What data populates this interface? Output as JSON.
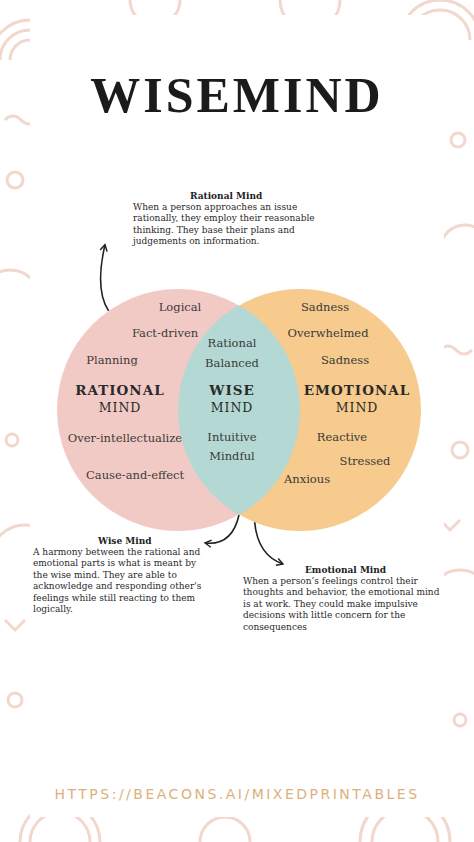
{
  "diagram": {
    "title": "WISEMIND",
    "nodes": [
      {
        "text": [
          "Rational Mind",
          "When a person approaches an issue rationally, they employ their reasonable thinking. They base their plans and judgements on information."
        ]
      },
      {
        "text": [
          "Logical",
          "Fact-driven",
          "Planning",
          "RATIONAL MIND",
          "Over-intellectualize",
          "Cause-and-effect"
        ]
      },
      {
        "text": [
          "Rational",
          "Balanced",
          "WISE MIND",
          "Intuitive",
          "Mindful"
        ]
      },
      {
        "text": [
          "Sadness",
          "Overwhelmed",
          "Sadness",
          "EMOTIONAL MIND",
          "Reactive",
          "Stressed",
          "Anxious"
        ]
      },
      {
        "text": [
          "Wise Mind",
          "A harmony between the rational and emotional parts is what is meant by the wise mind. They are able to acknowledge and responding other's feelings while still reacting to them logically."
        ]
      },
      {
        "text": [
          "Emotional Mind",
          "When a person’s feelings control their thoughts and behavior, the emotional mind is at work. They could make impulsive decisions with little concern for the consequences"
        ]
      }
    ],
    "edges": [
      {
        "from": 1,
        "to": 0,
        "arrow": "to"
      },
      {
        "from": 2,
        "to": 4,
        "arrow": "to"
      },
      {
        "from": 3,
        "to": 5,
        "arrow": "to"
      }
    ],
    "labels": [
      "HTTPS://BEACONS.AI/MIXEDPRINTABLES"
    ]
  }
}
